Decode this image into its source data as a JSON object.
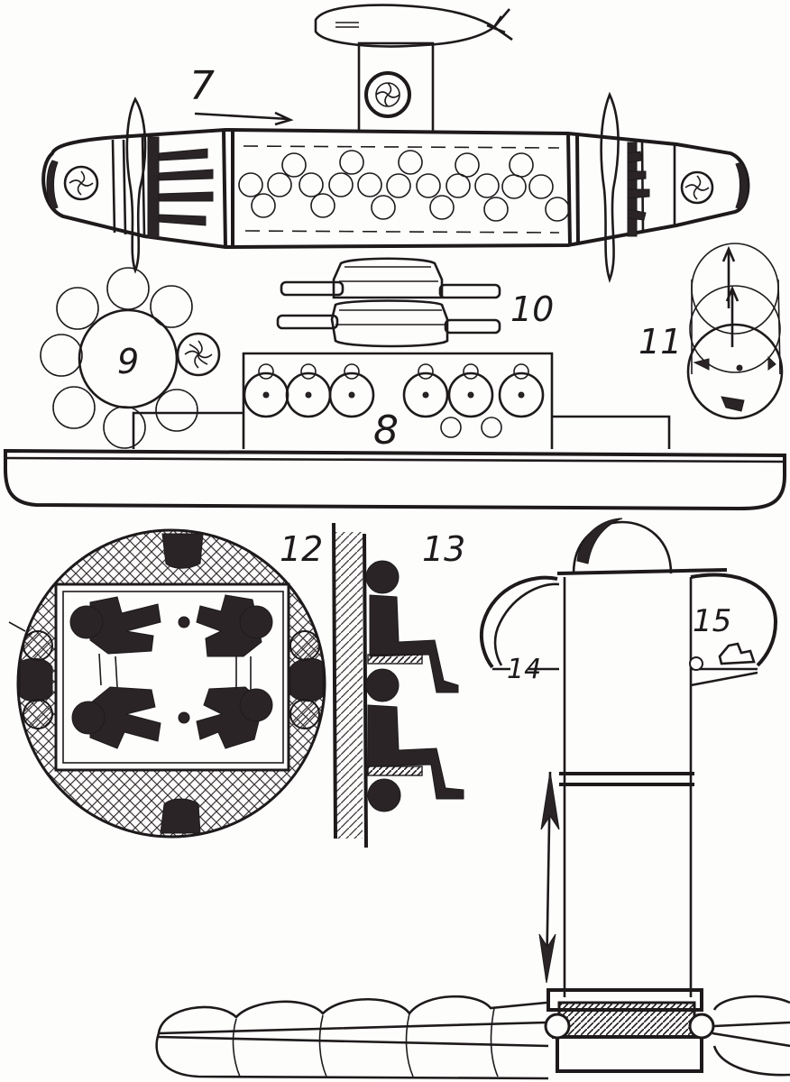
{
  "labels": {
    "l7": "7",
    "l8": "8",
    "l9": "9",
    "l10": "10",
    "l11": "11",
    "l12": "12",
    "l13": "13",
    "l14": "14",
    "l15": "15"
  },
  "colors": {
    "ink": "#1e1a1c",
    "paper": "#fdfdfc",
    "hatch": "#3a3436"
  }
}
